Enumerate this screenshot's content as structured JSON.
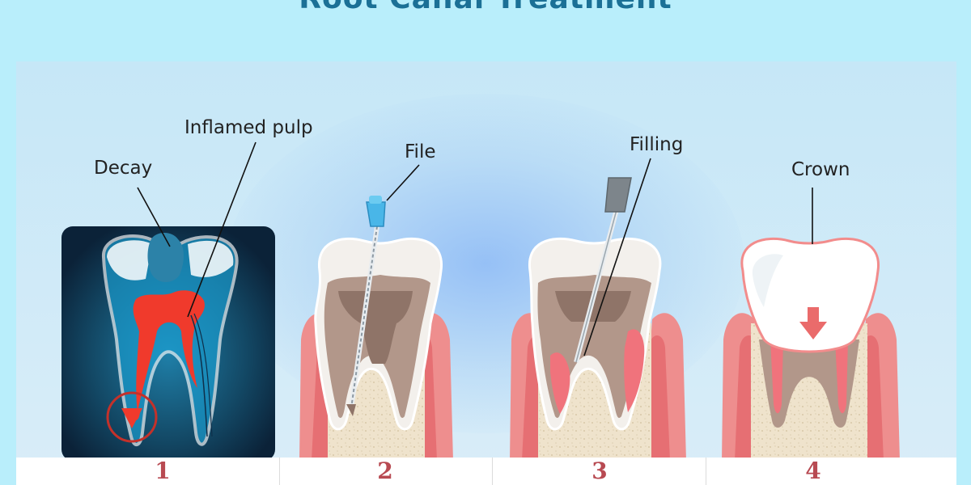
{
  "title": "Root Canal Treatment",
  "labels": {
    "decay": "Decay",
    "inflamed_pulp": "Inflamed pulp",
    "file": "File",
    "filling": "Filling",
    "crown": "Crown"
  },
  "steps": [
    "1",
    "2",
    "3",
    "4"
  ],
  "colors": {
    "background": "#b9eefb",
    "title": "#1b7096",
    "gum": "#ee8e8e",
    "bone": "#efe3cc",
    "enamel": "#ffffff",
    "dentin": "#b2978a",
    "pulp_inflamed": "#f03a2c",
    "xray_bg": "#0d2a42",
    "file_handle": "#49b6e8",
    "step_number": "#b84a52"
  }
}
